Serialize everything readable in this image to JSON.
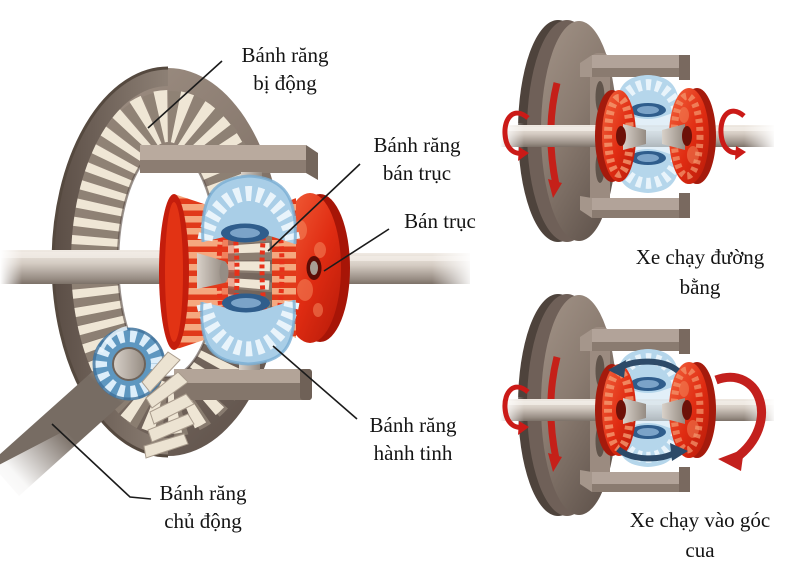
{
  "diagram": {
    "background_color": "#ffffff",
    "language": "vi",
    "subject": "automotive differential"
  },
  "main": {
    "labels": {
      "driven_gear": {
        "line1": "Bánh răng",
        "line2": "bị động"
      },
      "side_gear": {
        "line1": "Bánh răng",
        "line2": "bán trục"
      },
      "axle_shaft": {
        "line1": "Bán trục",
        "line2": ""
      },
      "planet_gear": {
        "line1": "Bánh răng",
        "line2": "hành tinh"
      },
      "drive_gear": {
        "line1": "Bánh răng",
        "line2": "chủ động"
      }
    }
  },
  "scenes": [
    {
      "caption": {
        "line1": "Xe chạy đường",
        "line2": "bằng"
      },
      "arrows": [
        "ring-gear-rotation",
        "left-axle-rotation",
        "right-axle-rotation"
      ]
    },
    {
      "caption": {
        "line1": "Xe chạy vào góc",
        "line2": "cua"
      },
      "arrows": [
        "ring-gear-rotation",
        "left-axle-rotation",
        "right-axle-rotation-fast",
        "planet-gear-rotation-top",
        "planet-gear-rotation-bottom"
      ]
    }
  ],
  "colors": {
    "ring_gear_body": "#8a7b70",
    "gear_teeth_cream": "#efe6d5",
    "side_gear_red": "#e02c12",
    "side_gear_highlight": "#f5a87f",
    "planet_gear_blue": "#b5d6eb",
    "planet_hub_blue": "#2f5d8c",
    "shaft_gray": "#b7aea5",
    "rotation_arrow_red": "#c52019",
    "rotation_arrow_blue": "#2d4a68",
    "label_text": "#141414"
  }
}
